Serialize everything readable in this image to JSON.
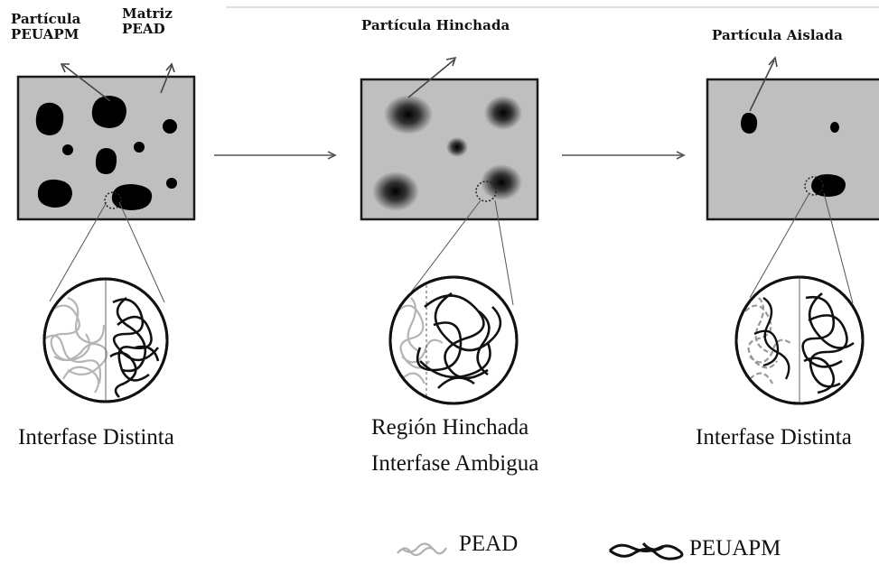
{
  "panels": [
    {
      "top_labels": [
        "Partícula\nPEUAPM",
        "Matriz\nPEAD"
      ],
      "caption": "Interfase Distinta"
    },
    {
      "top_labels": [
        "Partícula Hinchada"
      ],
      "caption_line1": "Región Hinchada",
      "caption_line2": "Interfase Ambigua"
    },
    {
      "top_labels": [
        "Partícula Aislada"
      ],
      "caption": "Interfase Distinta"
    }
  ],
  "legend": {
    "pead": "PEAD",
    "peuapm": "PEUAPM"
  },
  "colors": {
    "matrix_fill": "#bfbfbf",
    "particle": "#000000",
    "pead_chain": "#b0b0b0",
    "peuapm_chain": "#111111"
  }
}
